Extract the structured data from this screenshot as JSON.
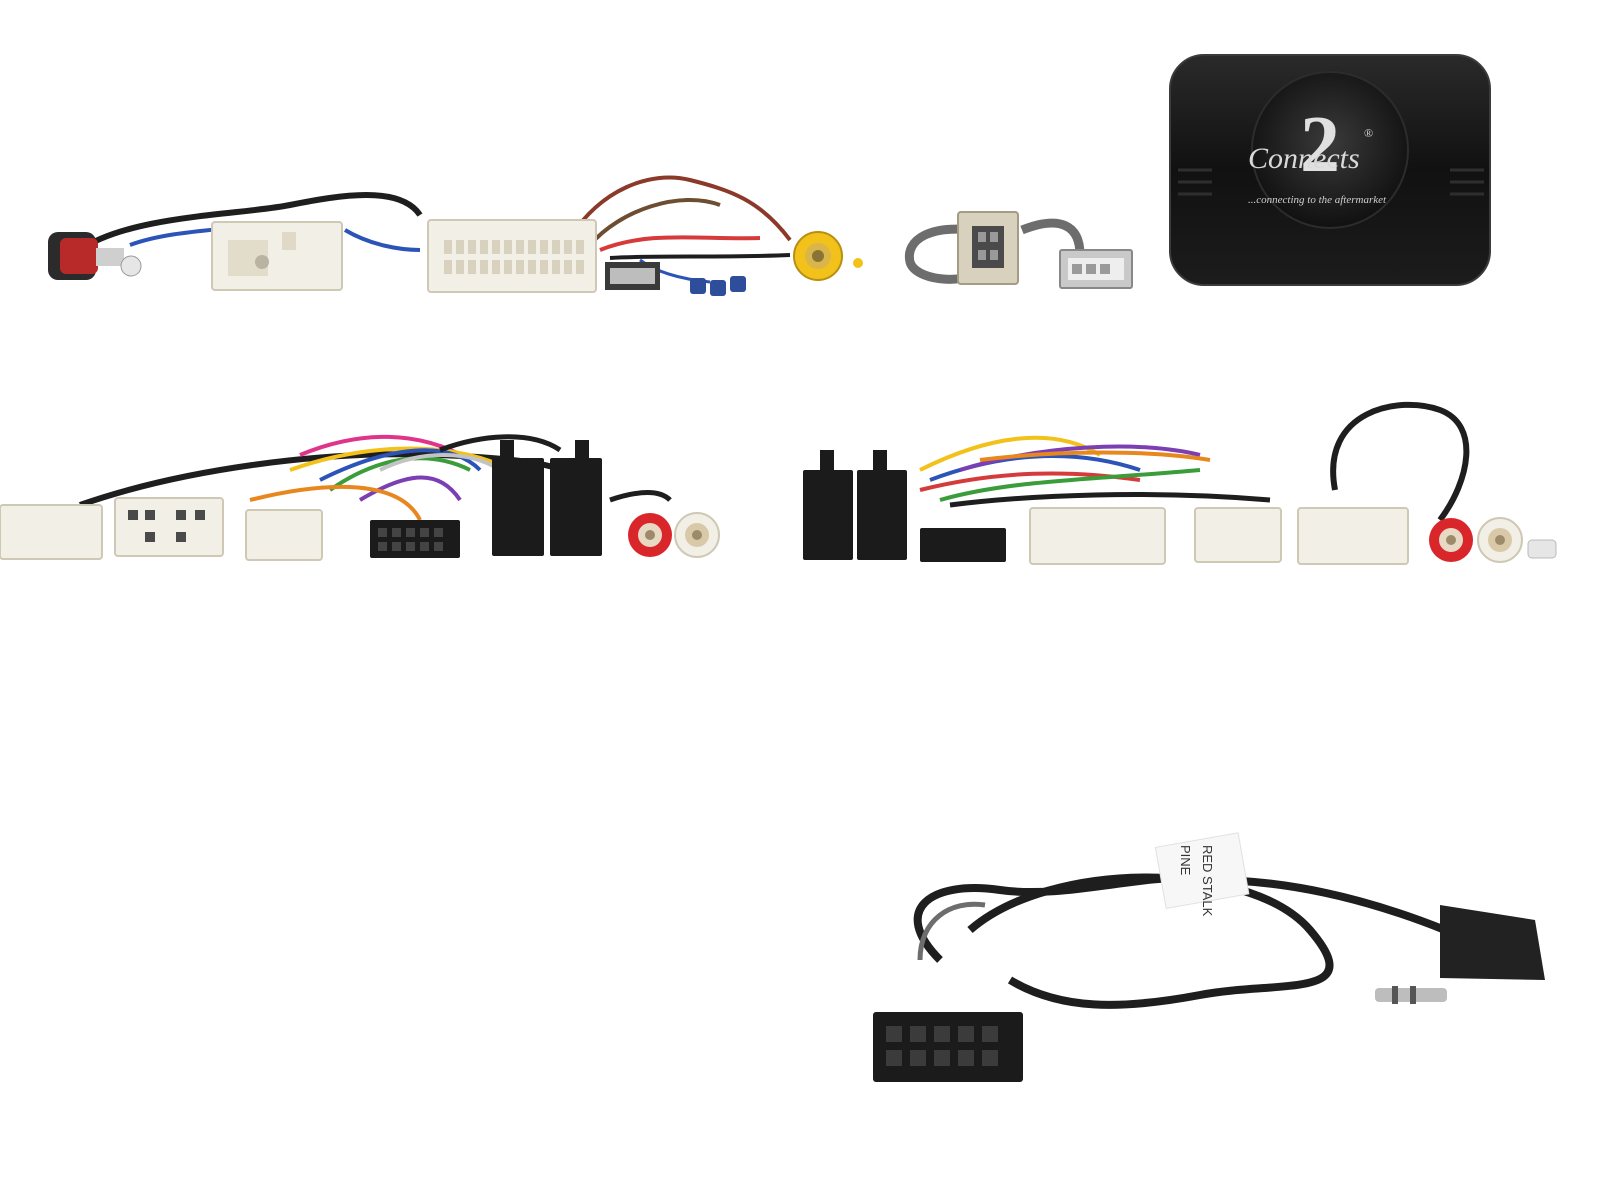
{
  "product_image": {
    "interface_box": {
      "brand_name": "Connects",
      "brand_numeral": "2",
      "registered_mark": "®",
      "tagline": "...connecting to the aftermarket"
    },
    "patch_lead_label": {
      "line1": "PINE",
      "line2": "RED STALK"
    },
    "colors": {
      "background": "#ffffff",
      "interface_box": "#151515",
      "connector_white": "#f2efe6",
      "connector_black": "#1b1b1b",
      "rca_red": "#d9262b",
      "rca_yellow": "#f2c21b",
      "cable_black": "#1e1e1e",
      "cable_grey": "#6d6d6d"
    }
  }
}
